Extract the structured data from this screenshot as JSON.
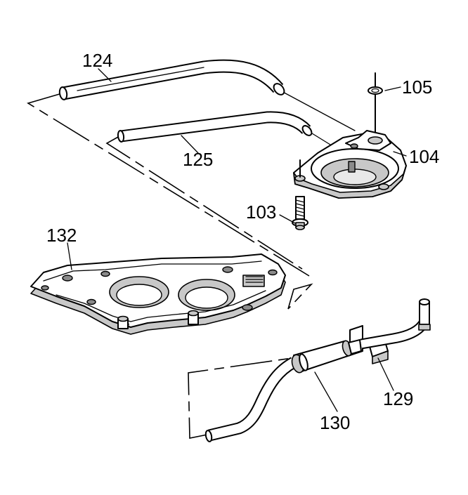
{
  "callouts": {
    "c124": "124",
    "c105": "105",
    "c125": "125",
    "c104": "104",
    "c103": "103",
    "c132": "132",
    "c129": "129",
    "c130": "130"
  }
}
